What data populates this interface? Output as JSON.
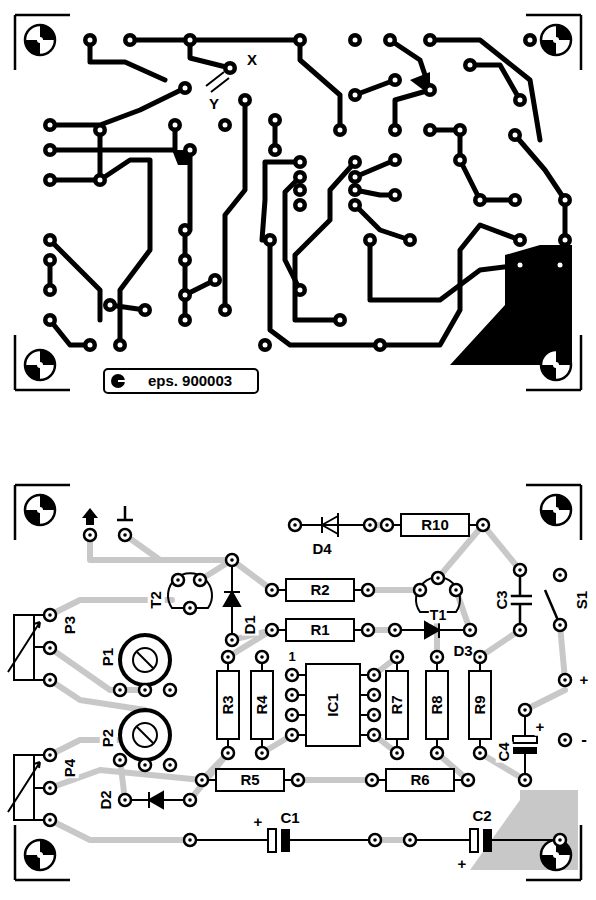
{
  "diagram": {
    "nodes": [
      {
        "text": [
          "R10"
        ]
      },
      {
        "text": [
          "R2"
        ]
      },
      {
        "text": [
          "R1"
        ]
      },
      {
        "text": [
          "IC1"
        ]
      },
      {
        "text": [
          "R3"
        ]
      },
      {
        "text": [
          "R4"
        ]
      },
      {
        "text": [
          "R7"
        ]
      },
      {
        "text": [
          "R8"
        ]
      },
      {
        "text": [
          "R9"
        ]
      },
      {
        "text": [
          "R5"
        ]
      },
      {
        "text": [
          "R6"
        ]
      }
    ],
    "labels": [
      "X",
      "Y",
      "eps. 900003",
      "D4",
      "T2",
      "D1",
      "T1",
      "C3",
      "S1",
      "P3",
      "P1",
      "D3",
      "1",
      "P2",
      "C4",
      "+",
      "+",
      "-",
      "P4",
      "D2",
      "+",
      "C1",
      "+",
      "C2"
    ]
  }
}
